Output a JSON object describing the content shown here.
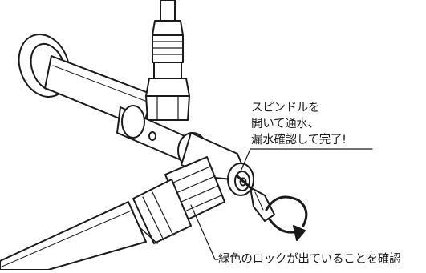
{
  "callouts": {
    "open_spindle": {
      "lines": [
        "スピンドルを",
        "開いて通水、",
        "漏水確認して完了!"
      ]
    },
    "check_lock": "緑色のロックが出ていることを確認"
  },
  "colors": {
    "line": "#1a1a1a",
    "fill": "#ffffff"
  }
}
